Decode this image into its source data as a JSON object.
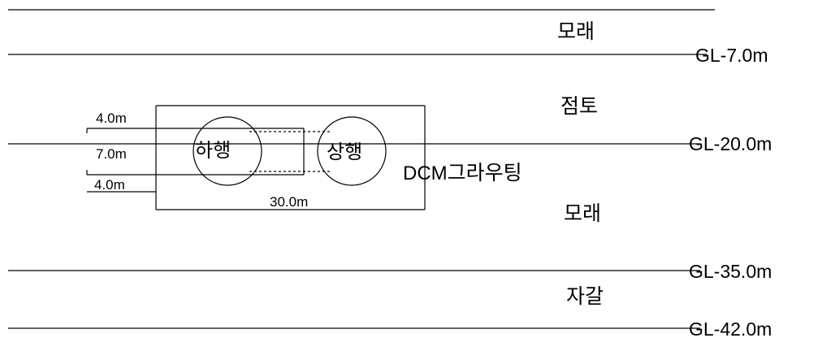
{
  "soil_layers": {
    "sand_top": "모래",
    "clay": "점토",
    "sand_bottom": "모래",
    "gravel": "자갈"
  },
  "ground_levels": {
    "gl_7": "GL-7.0m",
    "gl_20": "GL-20.0m",
    "gl_35": "GL-35.0m",
    "gl_42": "GL-42.0m"
  },
  "dimensions": {
    "top_band": "4.0m",
    "middle_band": "7.0m",
    "bottom_band": "4.0m",
    "width": "30.0m"
  },
  "tunnels": {
    "down_line": "하행",
    "up_line": "상행"
  },
  "grouting": {
    "prefix": "DCM",
    "suffix": "그라우팅"
  }
}
